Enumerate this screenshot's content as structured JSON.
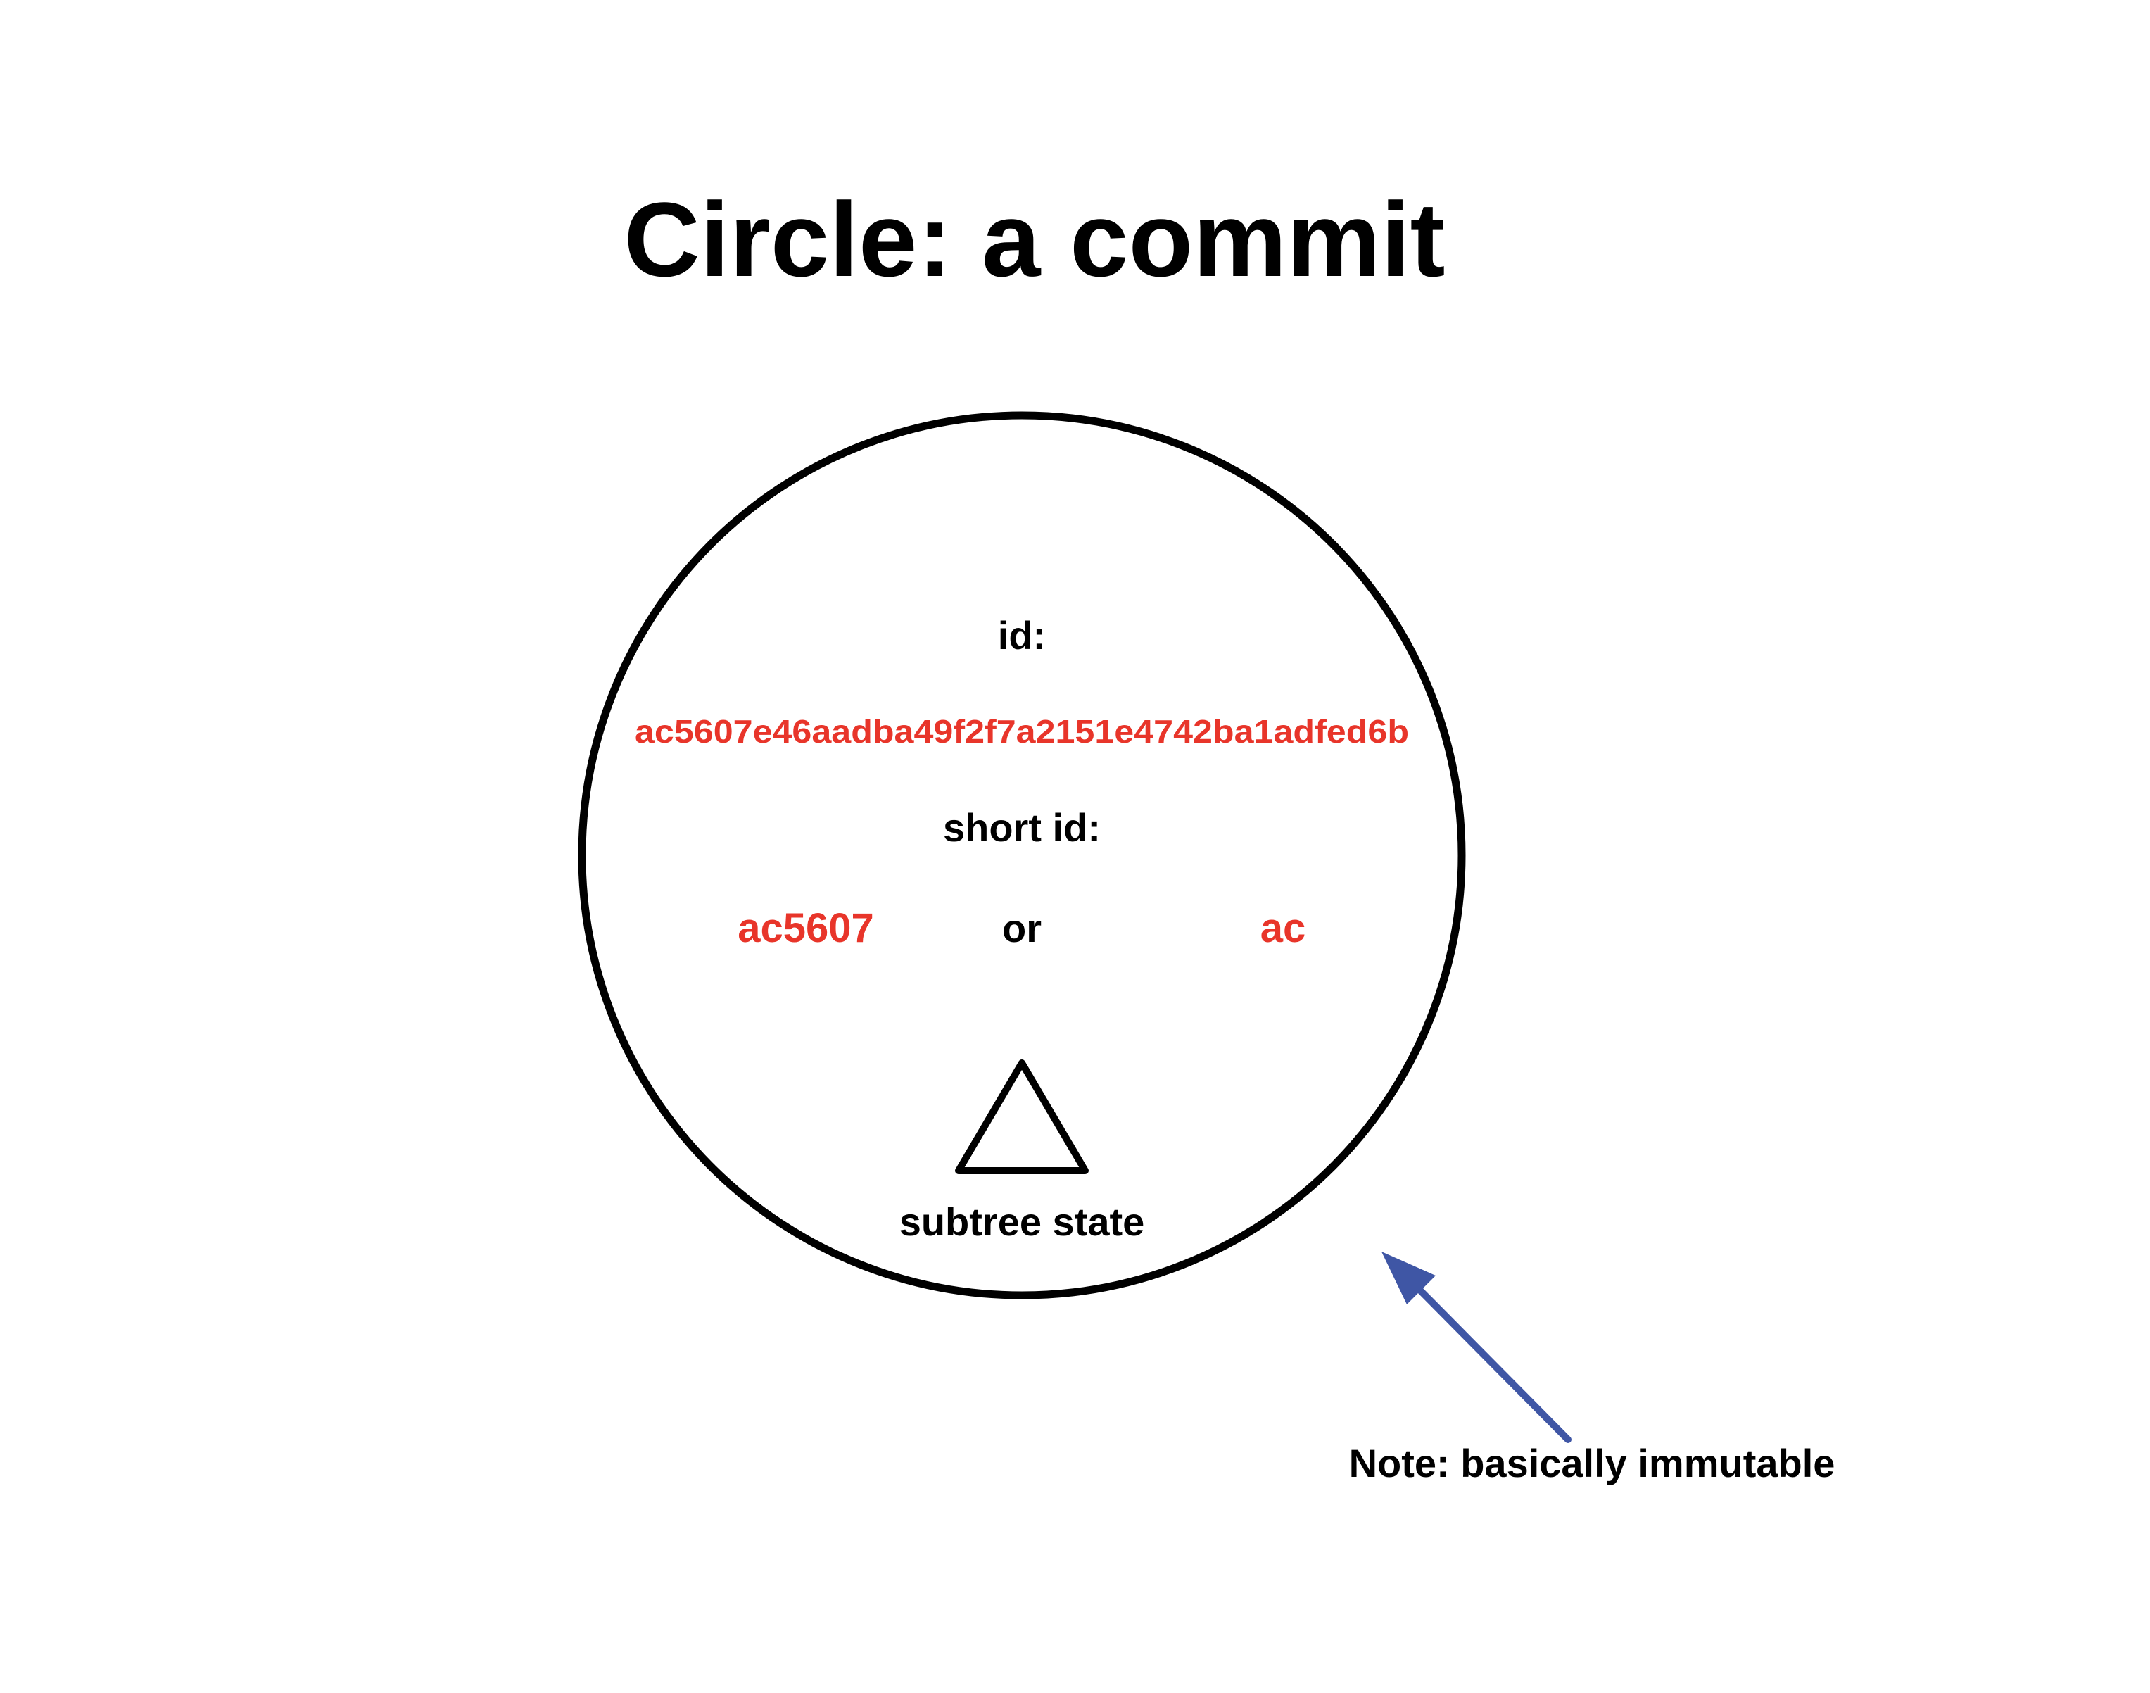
{
  "title": "Circle: a commit",
  "commit": {
    "id_label": "id:",
    "id_value": "ac5607e46aadba49f2f7a2151e4742ba1adfed6b",
    "short_id_label": "short id:",
    "short_id_long": "ac5607",
    "short_id_or": "or",
    "short_id_short": "ac",
    "subtree_label": "subtree state"
  },
  "note": "Note: basically immutable",
  "colors": {
    "text": "#000000",
    "hash": "#e8352a",
    "note": "#3f56a5",
    "outline": "#000000"
  },
  "icons": {
    "subtree": "triangle-icon",
    "pointer": "arrow-icon"
  }
}
